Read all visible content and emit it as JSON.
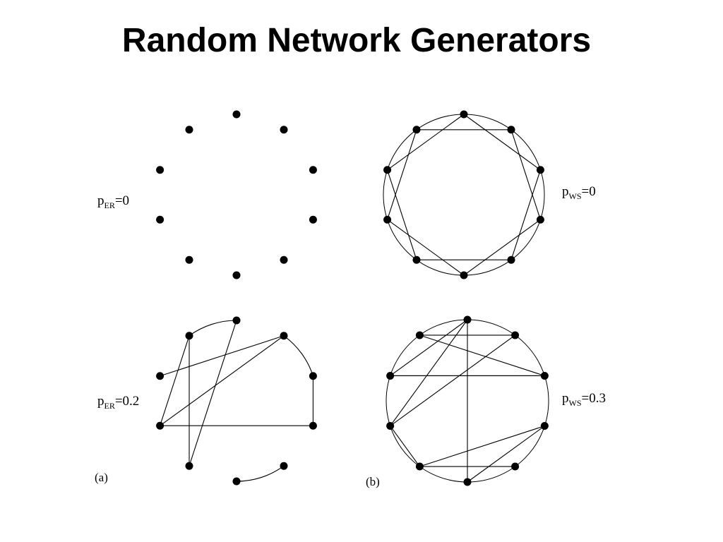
{
  "slide": {
    "title": "Random Network Generators"
  },
  "panels": [
    {
      "id": "a",
      "label": "(a)"
    },
    {
      "id": "b",
      "label": "(b)"
    }
  ],
  "graphs": [
    {
      "id": "er-0",
      "panel": "a",
      "param": {
        "symbol": "p",
        "subscript": "ER",
        "value": "=0"
      },
      "style": "dots",
      "nodes": 10,
      "edges": [],
      "arcs": []
    },
    {
      "id": "er-0.2",
      "panel": "a",
      "param": {
        "symbol": "p",
        "subscript": "ER",
        "value": "=0.2"
      },
      "style": "dots",
      "nodes": 10,
      "edges": [
        [
          0,
          6
        ],
        [
          1,
          7
        ],
        [
          1,
          8
        ],
        [
          2,
          3
        ],
        [
          6,
          9
        ],
        [
          7,
          9
        ],
        [
          7,
          3
        ]
      ],
      "arcs": [
        [
          9,
          0
        ],
        [
          1,
          2
        ],
        [
          4,
          5
        ]
      ]
    },
    {
      "id": "ws-0",
      "panel": "b",
      "param": {
        "symbol": "p",
        "subscript": "WS",
        "value": "=0"
      },
      "style": "ring",
      "nodes": 10,
      "edges": [
        [
          0,
          2
        ],
        [
          1,
          3
        ],
        [
          2,
          4
        ],
        [
          3,
          5
        ],
        [
          4,
          6
        ],
        [
          5,
          7
        ],
        [
          6,
          8
        ],
        [
          7,
          9
        ],
        [
          8,
          0
        ],
        [
          9,
          1
        ]
      ],
      "arcs": []
    },
    {
      "id": "ws-0.3",
      "panel": "b",
      "param": {
        "symbol": "p",
        "subscript": "WS",
        "value": "=0.3"
      },
      "style": "ring",
      "nodes": 10,
      "edges": [
        [
          0,
          5
        ],
        [
          0,
          7
        ],
        [
          0,
          8
        ],
        [
          9,
          1
        ],
        [
          9,
          2
        ],
        [
          2,
          8
        ],
        [
          3,
          5
        ],
        [
          3,
          6
        ],
        [
          4,
          6
        ],
        [
          6,
          7
        ],
        [
          7,
          1
        ],
        [
          8,
          2
        ]
      ],
      "arcs": []
    }
  ],
  "colors": {
    "ink": "#000000",
    "background": "#ffffff"
  }
}
